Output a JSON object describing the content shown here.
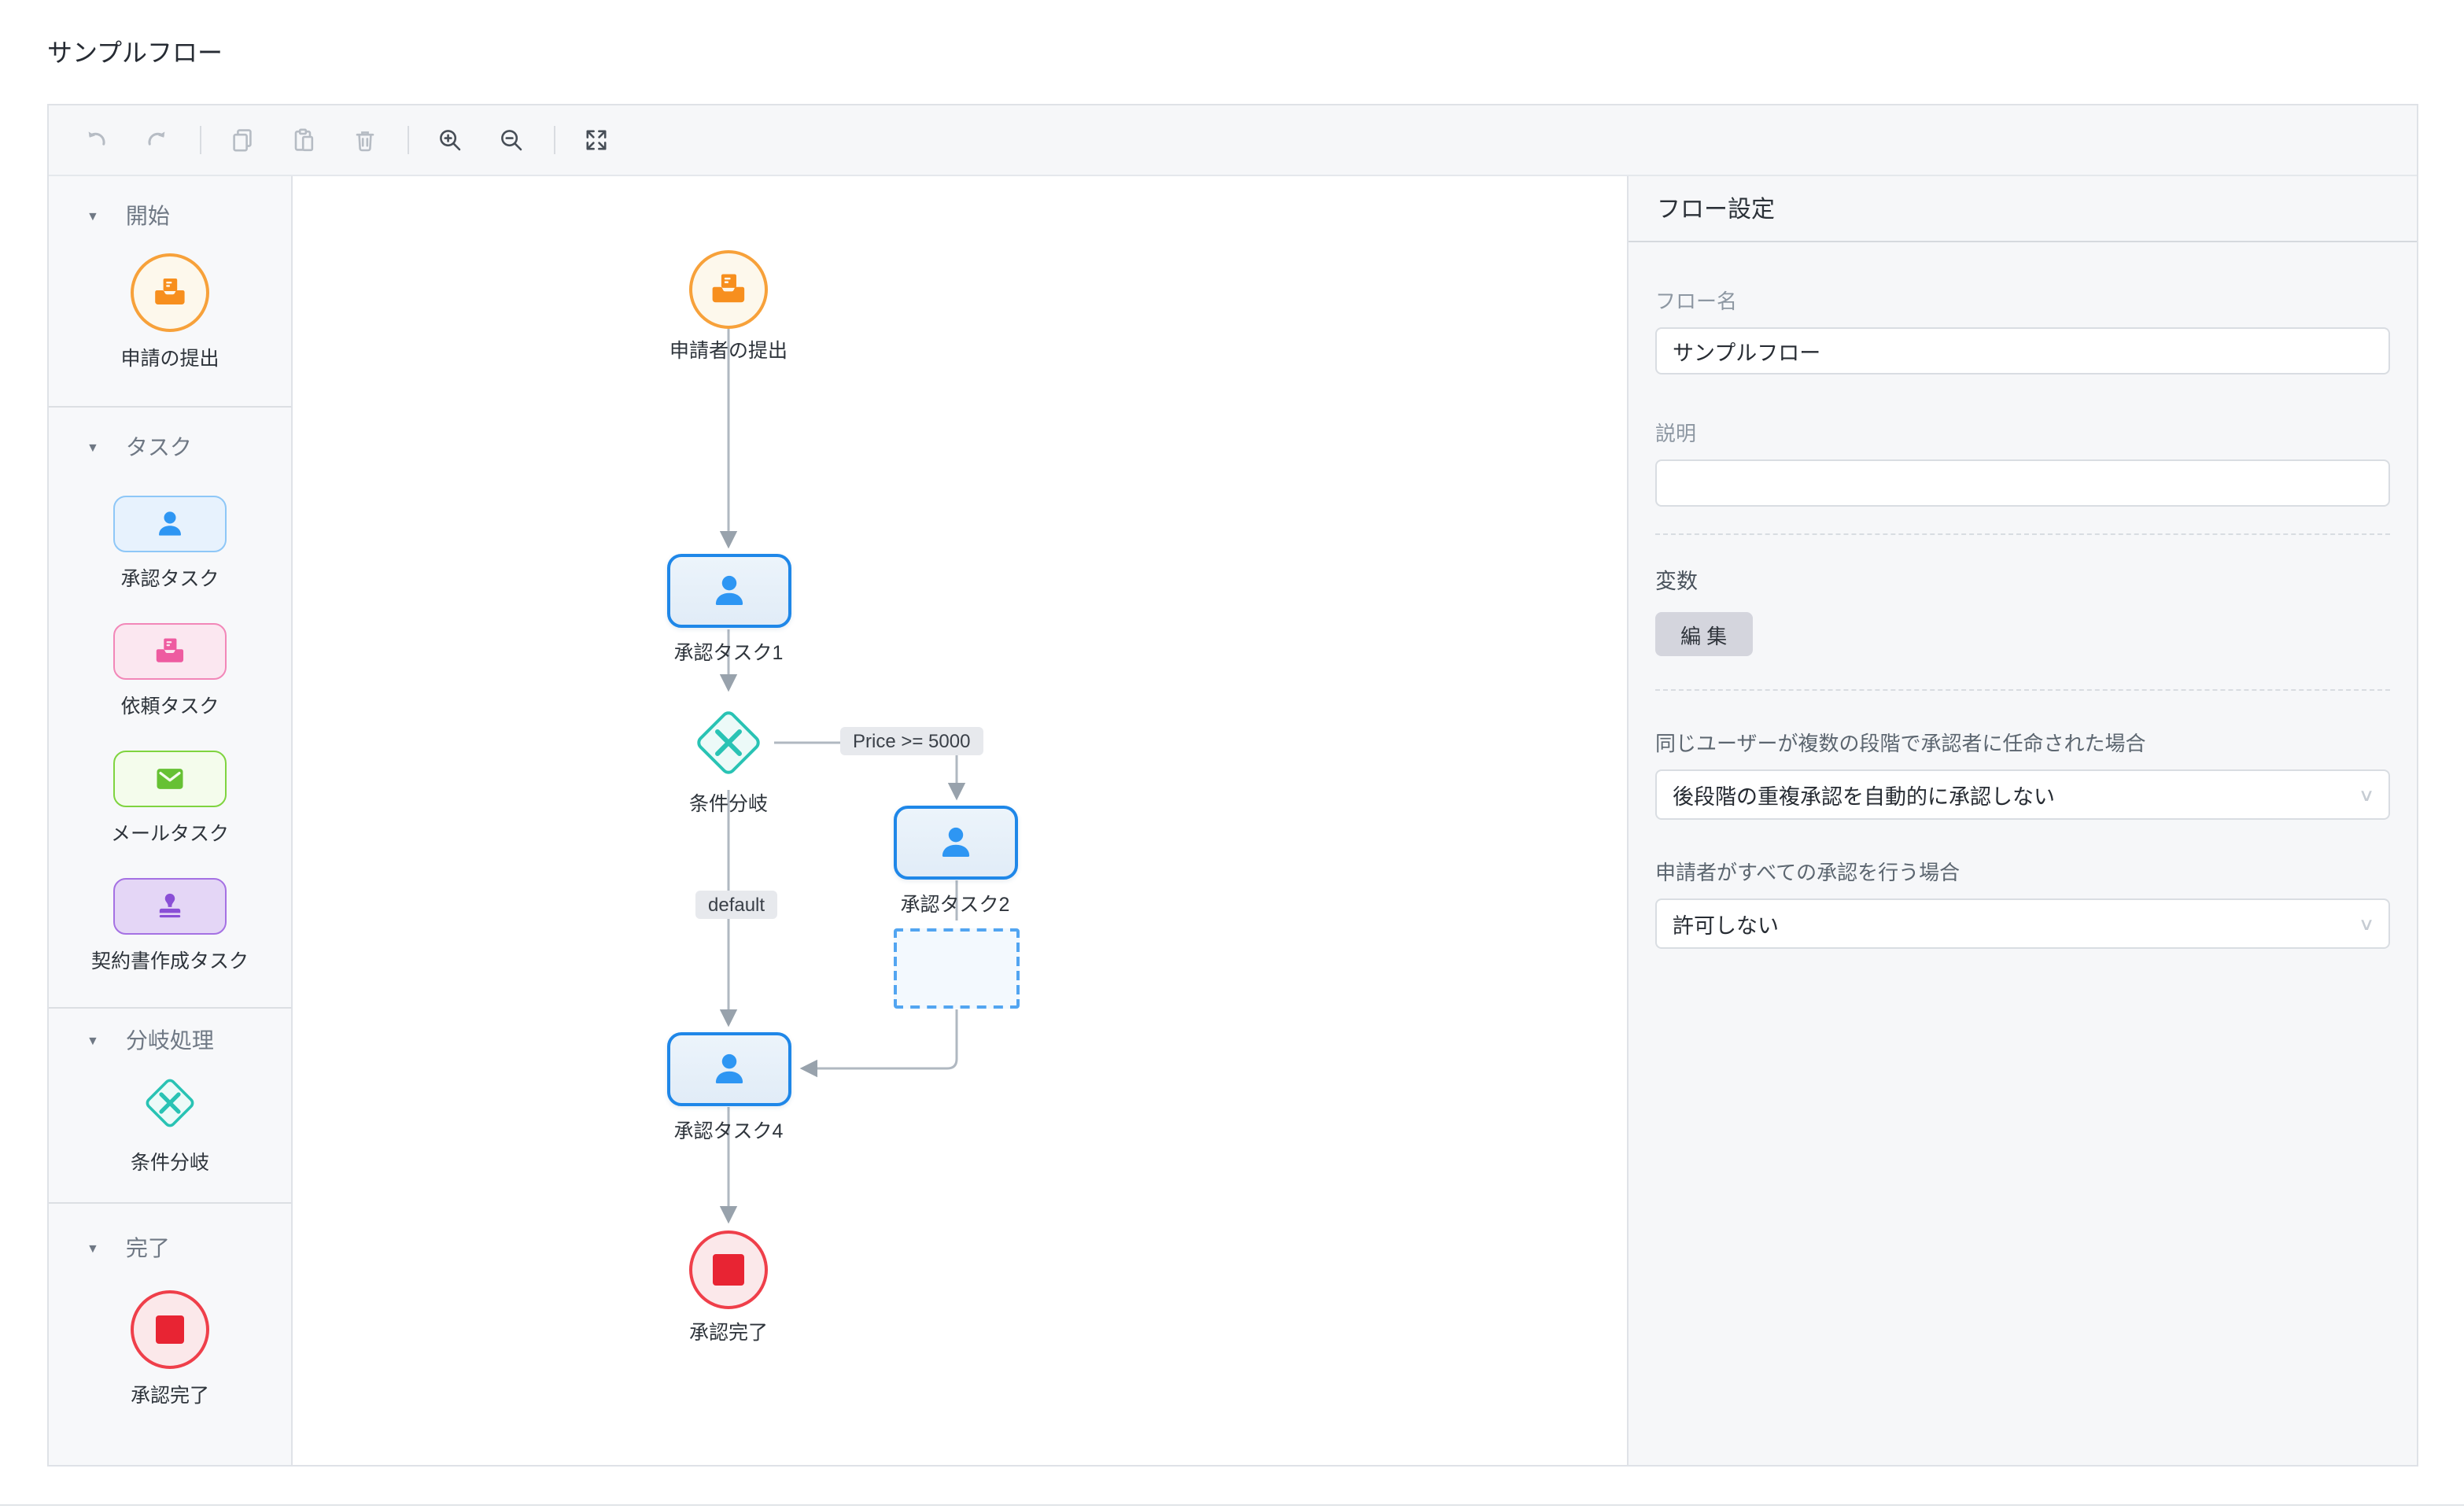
{
  "page_title": "サンプルフロー",
  "toolbar": {
    "icons": [
      "undo-icon",
      "redo-icon",
      "copy-icon",
      "paste-icon",
      "trash-icon",
      "zoom-in-icon",
      "zoom-out-icon",
      "fit-screen-icon"
    ]
  },
  "palette": {
    "sections": [
      {
        "title": "開始",
        "items": [
          {
            "label": "申請の提出",
            "icon": "inbox-submit-icon"
          }
        ]
      },
      {
        "title": "タスク",
        "items": [
          {
            "label": "承認タスク",
            "icon": "user-icon"
          },
          {
            "label": "依頼タスク",
            "icon": "inbox-submit-icon"
          },
          {
            "label": "メールタスク",
            "icon": "mail-icon"
          },
          {
            "label": "契約書作成タスク",
            "icon": "stamp-icon"
          }
        ]
      },
      {
        "title": "分岐処理",
        "items": [
          {
            "label": "条件分岐",
            "icon": "branch-x-icon"
          }
        ]
      },
      {
        "title": "完了",
        "items": [
          {
            "label": "承認完了",
            "icon": "stop-icon"
          }
        ]
      }
    ]
  },
  "canvas": {
    "nodes": [
      {
        "id": "start",
        "type": "start",
        "label": "申請者の提出"
      },
      {
        "id": "task1",
        "type": "approval",
        "label": "承認タスク1"
      },
      {
        "id": "condition",
        "type": "condition",
        "label": "条件分岐"
      },
      {
        "id": "task2",
        "type": "approval",
        "label": "承認タスク2"
      },
      {
        "id": "task4",
        "type": "approval",
        "label": "承認タスク4"
      },
      {
        "id": "end",
        "type": "end",
        "label": "承認完了"
      }
    ],
    "edge_labels": [
      {
        "text": "Price >= 5000"
      },
      {
        "text": "default"
      }
    ]
  },
  "settings": {
    "title": "フロー設定",
    "fields": [
      {
        "label": "フロー名",
        "value": "サンプルフロー"
      },
      {
        "label": "説明",
        "value": ""
      }
    ],
    "variables": {
      "label": "変数",
      "edit_button": "編 集"
    },
    "selects": [
      {
        "label": "同じユーザーが複数の段階で承認者に任命された場合",
        "value": "後段階の重複承認を自動的に承認しない"
      },
      {
        "label": "申請者がすべての承認を行う場合",
        "value": "許可しない"
      }
    ]
  },
  "colors": {
    "accent_blue": "#1f87e8",
    "start_orange": "#f78f1e",
    "end_red": "#ef3f4a",
    "condition_teal": "#29c3b4",
    "request_pink": "#ee5ba0",
    "mail_green": "#66c133",
    "contract_purple": "#8a4fd6",
    "edge_gray": "#b0b8c1",
    "panel_bg": "#f6f7f9"
  }
}
